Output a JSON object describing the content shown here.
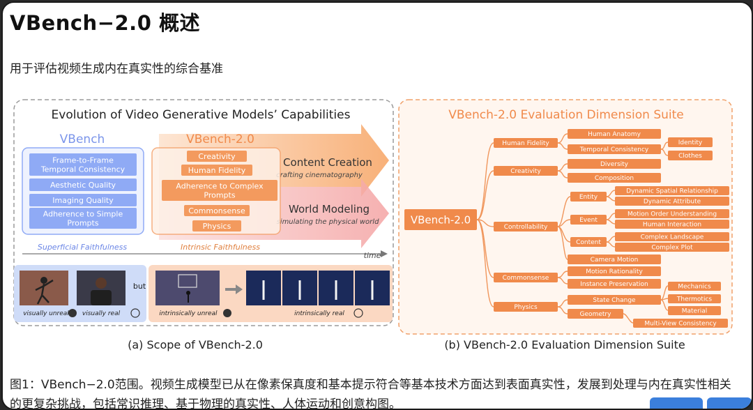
{
  "page": {
    "title": "VBench−2.0 概述",
    "subtitle": "用于评估视频生成内在真实性的综合基准",
    "caption": "图1：VBench−2.0范围。视频生成模型已从在像素保真度和基本提示符合等基本技术方面达到表面真实性，发展到处理与内在真实性相关的更复杂挑战，包括常识推理、基于物理的真实性、人体运动和创意构图。"
  },
  "figure_a": {
    "heading": "Evolution of Video Generative Models’ Capabilities",
    "vbench_title": "VBench",
    "vbench_items": [
      "Frame-to-Frame\nTemporal Consistency",
      "Aesthetic Quality",
      "Imaging Quality",
      "Adherence to Simple\nPrompts"
    ],
    "vbench_caption": "Superficial Faithfulness",
    "vbench2_title": "VBench-2.0",
    "vbench2_items": [
      "Creativity",
      "Human Fidelity",
      "Adherence to Complex\nPrompts",
      "Commonsense",
      "Physics"
    ],
    "vbench2_caption": "Intrinsic Faithfulness",
    "arrow1_title": "Content Creation",
    "arrow1_sub": "crafting cinematography",
    "arrow2_title": "World Modeling",
    "arrow2_sub": "simulating the physical world",
    "time_label": "time",
    "thumb_labels": [
      "visually unreal",
      "visually real",
      "intrinsically unreal",
      "intrinsically real"
    ],
    "but_label": "but",
    "label": "(a) Scope of VBench-2.0"
  },
  "figure_b": {
    "title": "VBench-2.0 Evaluation Dimension Suite",
    "root": "VBench-2.0",
    "categories": [
      "Human Fidelity",
      "Creativity",
      "Controllability",
      "Commonsense",
      "Physics"
    ],
    "human_fidelity": [
      "Human Anatomy",
      "Temporal Consistency",
      "Identity",
      "Clothes"
    ],
    "creativity": [
      "Diversity",
      "Composition"
    ],
    "controllability_groups": [
      "Entity",
      "Event",
      "Content"
    ],
    "controllability_leaves": [
      "Dynamic Spatial Relationship",
      "Dynamic Attribute",
      "Motion Order Understanding",
      "Human Interaction",
      "Complex Landscape",
      "Complex Plot",
      "Camera Motion"
    ],
    "commonsense": [
      "Motion Rationality",
      "Instance Preservation"
    ],
    "physics_groups": [
      "State Change",
      "Geometry"
    ],
    "physics_leaves": [
      "Mechanics",
      "Thermotics",
      "Material",
      "Multi-View Consistency"
    ],
    "label": "(b) VBench-2.0 Evaluation Dimension Suite"
  },
  "colors": {
    "orange": "#f08a4b",
    "orange_dark": "#e06f2b",
    "blue": "#8faaf5",
    "blue_text": "#6b86e6",
    "peach": "#f9c9a8"
  }
}
